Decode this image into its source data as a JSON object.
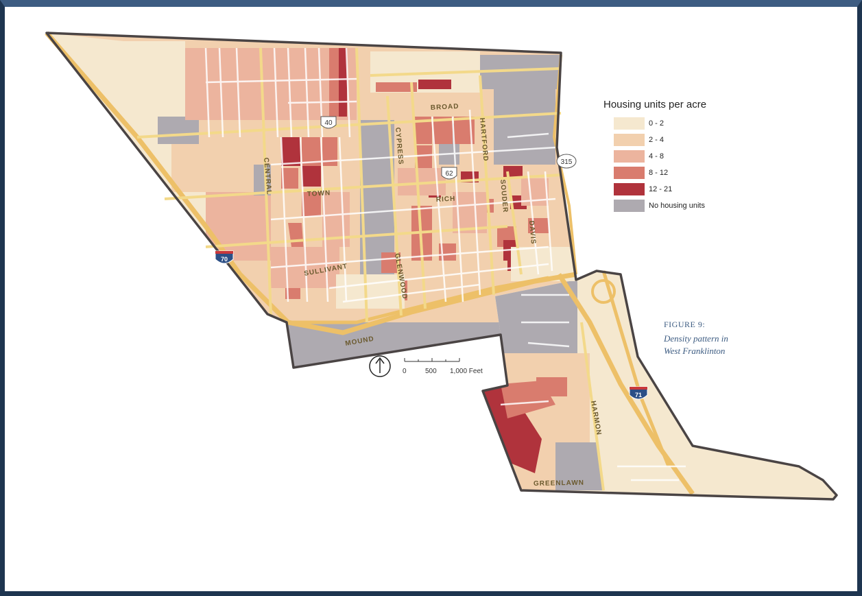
{
  "legend": {
    "title": "Housing units per acre",
    "items": [
      {
        "label": "0 - 2",
        "color": "#f5e8cf"
      },
      {
        "label": "2 - 4",
        "color": "#f2d0ae"
      },
      {
        "label": "4 - 8",
        "color": "#ecb49e"
      },
      {
        "label": "8 - 12",
        "color": "#d97c6e"
      },
      {
        "label": "12 - 21",
        "color": "#b0333c"
      },
      {
        "label": "No housing units",
        "color": "#aeaab0"
      }
    ]
  },
  "caption": {
    "figure": "FIGURE 9:",
    "line1": "Density pattern in",
    "line2": "West Franklinton"
  },
  "streets": {
    "broad": "BROAD",
    "hartford": "HARTFORD",
    "cypress": "CYPRESS",
    "central": "CENTRAL",
    "town": "TOWN",
    "rich": "RICH",
    "souder": "SOUDER",
    "davis": "DAVIS",
    "sullivant": "SULLIVANT",
    "glenwood": "GLENWOOD",
    "mound": "MOUND",
    "harmon": "HARMON",
    "greenlawn": "GREENLAWN"
  },
  "shields": {
    "us40": "40",
    "us62": "62",
    "sr315": "315",
    "i70": "70",
    "i71": "71"
  },
  "scale": {
    "t0": "0",
    "t1": "500",
    "t2": "1,000 Feet"
  },
  "colors": {
    "road": "#f3d98a",
    "boundary": "#4a4444",
    "frame_dark": "#1e3550",
    "frame_light": "#3d5c82"
  }
}
